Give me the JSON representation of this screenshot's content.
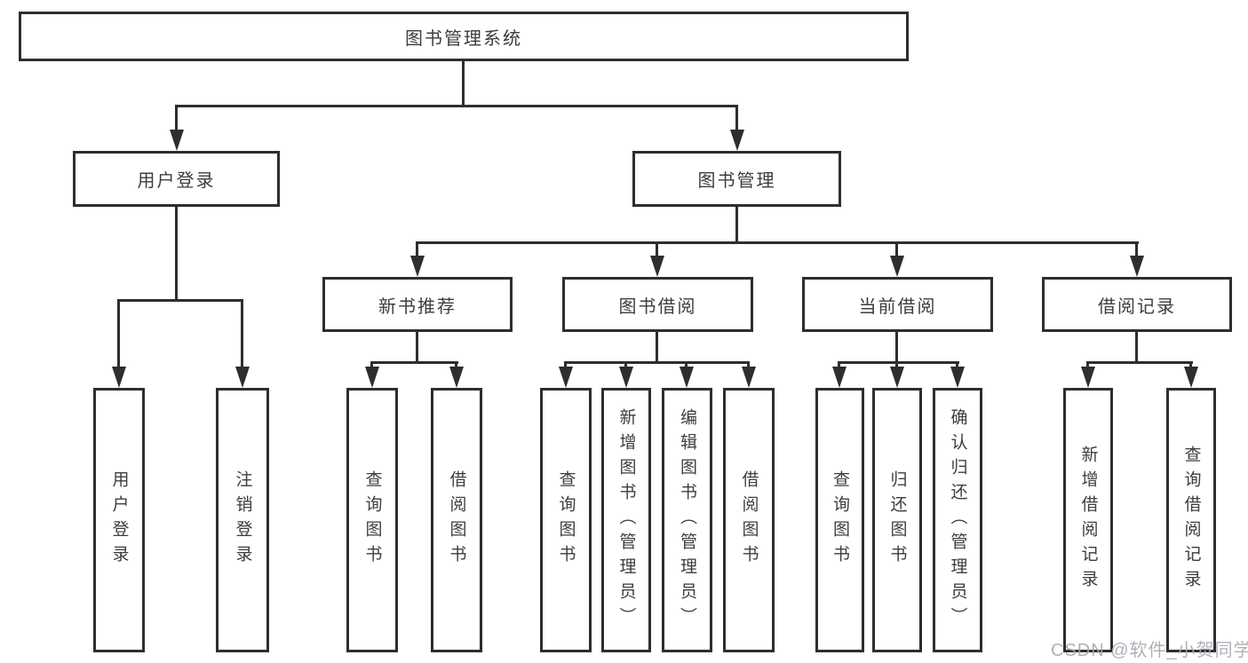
{
  "tree": {
    "root": "图书管理系统",
    "children": [
      {
        "label": "用户登录",
        "children": [
          "用户登录",
          "注销登录"
        ]
      },
      {
        "label": "图书管理",
        "children": [
          {
            "label": "新书推荐",
            "children": [
              "查询图书",
              "借阅图书"
            ]
          },
          {
            "label": "图书借阅",
            "children": [
              "查询图书",
              "新增图书（管理员）",
              "编辑图书（管理员）",
              "借阅图书"
            ]
          },
          {
            "label": "当前借阅",
            "children": [
              "查询图书",
              "归还图书",
              "确认归还（管理员）"
            ]
          },
          {
            "label": "借阅记录",
            "children": [
              "新增借阅记录",
              "查询借阅记录"
            ]
          }
        ]
      }
    ]
  },
  "watermark": "CSDN @软件_小贺同学",
  "colors": {
    "line": "#2e2e2e",
    "text": "#3d3d3d",
    "watermark": "#a8a8b2",
    "background": "#ffffff"
  }
}
